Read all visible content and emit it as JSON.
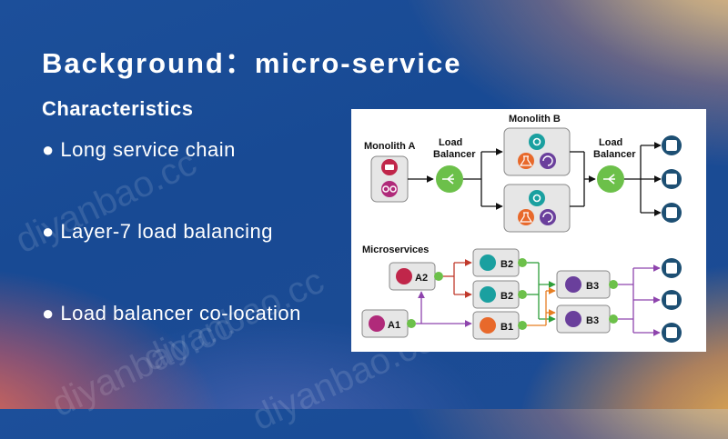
{
  "slide": {
    "title": "Background：micro-service",
    "subtitle": "Characteristics",
    "bullets": [
      "● Long service chain",
      "● Layer-7 load balancing",
      "● Load balancer co-location"
    ],
    "watermark": "diyanbao.cc"
  },
  "diagram": {
    "monolith_a": "Monolith A",
    "monolith_b": "Monolith B",
    "load_balancer": [
      "Load",
      "Balancer"
    ],
    "microservices": "Microservices",
    "nodes": {
      "a2": "A2",
      "a1": "A1",
      "b2": "B2",
      "b1": "B1",
      "b3": "B3"
    }
  }
}
